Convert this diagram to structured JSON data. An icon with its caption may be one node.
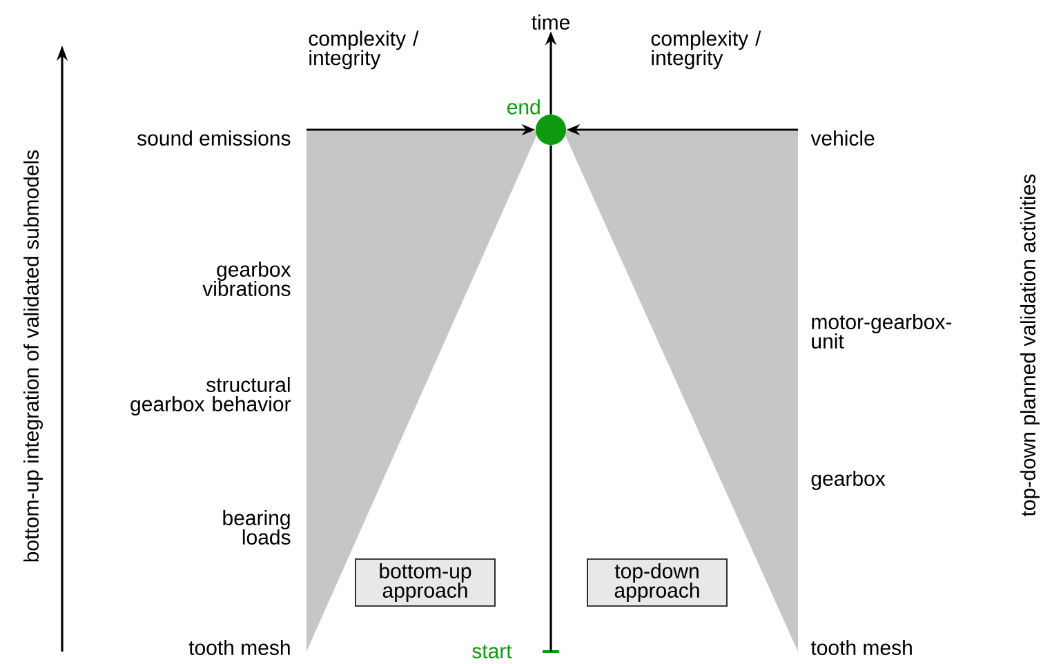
{
  "diagram": {
    "nodes": [
      {
        "text": [],
        "shape": "circle",
        "beside": [
          "end"
        ]
      },
      {
        "text": [
          "start"
        ]
      },
      {
        "text": [
          "time"
        ]
      },
      {
        "text": [
          "bottom-up approach"
        ]
      },
      {
        "text": [
          "top-down approach"
        ]
      }
    ],
    "edges": [
      {
        "from": 1,
        "to": 0,
        "arrow": "none"
      },
      {
        "from": 0,
        "to": 2,
        "arrow": "to"
      },
      {
        "from": null,
        "to": 0,
        "arrow": "to",
        "label": "complexity / integrity"
      },
      {
        "from": null,
        "to": 0,
        "arrow": "to",
        "label": "complexity / integrity"
      }
    ],
    "labels": [
      "bottom-up integration of validated submodels",
      "sound emissions",
      "vehicle",
      "top-down planned validation activities",
      "gearbox vibrations",
      "motor-gearbox-unit",
      "structural gearbox behavior",
      "gearbox",
      "bearing loads",
      "tooth mesh",
      "tooth mesh"
    ]
  }
}
